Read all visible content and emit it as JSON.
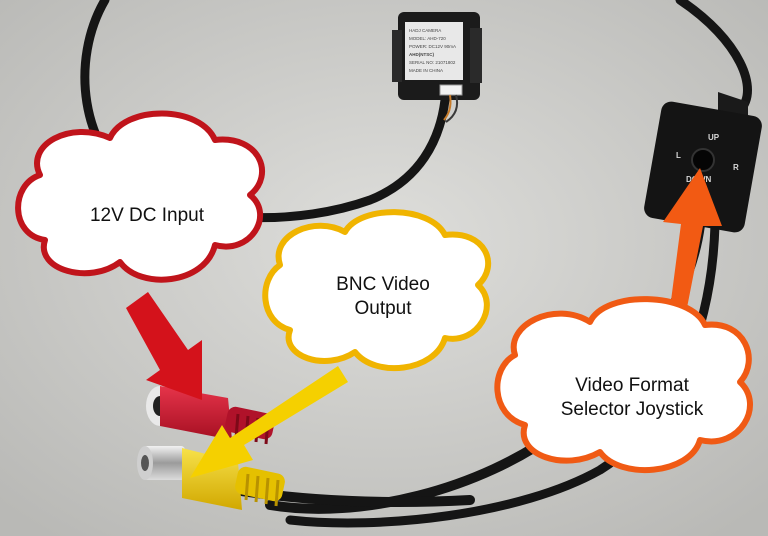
{
  "photo": {
    "camera_label_lines": [
      "HADJ CAMERA",
      "MODEL: AHD-720",
      "POWER: DC12V 90mA",
      "AHD(NTSC)",
      "SERIAL NO: 21071802",
      "MADE IN CHINA"
    ],
    "joystick_labels": {
      "up": "UP",
      "left": "L",
      "right": "R",
      "down": "DOWN"
    }
  },
  "callouts": [
    {
      "id": "dc-input",
      "text": "12V DC Input",
      "border_color": "#c0141b"
    },
    {
      "id": "bnc-output",
      "text": "BNC Video Output",
      "line1": "BNC Video",
      "line2": "Output",
      "border_color": "#f0b400"
    },
    {
      "id": "joystick",
      "text": "Video Format Selector Joystick",
      "line1": "Video Format",
      "line2": "Selector Joystick",
      "border_color": "#f05a14"
    }
  ],
  "arrows": [
    {
      "id": "red-arrow",
      "color": "#d4121b"
    },
    {
      "id": "yellow-arrow",
      "color": "#f5d000"
    },
    {
      "id": "orange-arrow",
      "color": "#f25a13"
    }
  ]
}
